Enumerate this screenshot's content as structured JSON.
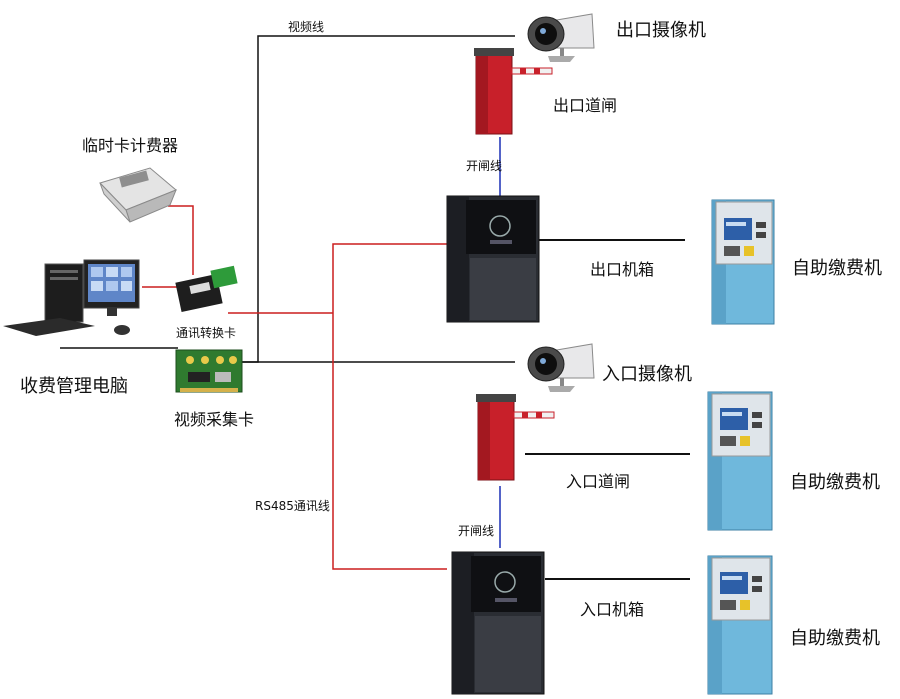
{
  "labels": {
    "video_line": "视频线",
    "exit_camera": "出口摄像机",
    "exit_barrier": "出口道闸",
    "temp_card_meter": "临时卡计费器",
    "open_line_top": "开闸线",
    "exit_box": "出口机箱",
    "kiosk_1": "自助缴费机",
    "comm_converter": "通讯转换卡",
    "entry_camera": "入口摄像机",
    "pc": "收费管理电脑",
    "video_capture": "视频采集卡",
    "kiosk_2": "自助缴费机",
    "entry_barrier": "入口道闸",
    "rs485": "RS485通讯线",
    "open_line_bottom": "开闸线",
    "entry_box": "入口机箱",
    "kiosk_3": "自助缴费机"
  },
  "colors": {
    "video_line": "#111111",
    "rs485_line": "#cc1f1f",
    "open_line": "#1a2fb5",
    "barrier_red": "#c8202a",
    "kiosk_blue": "#6fb8dc",
    "cabinet_dark": "#2a2d33"
  }
}
